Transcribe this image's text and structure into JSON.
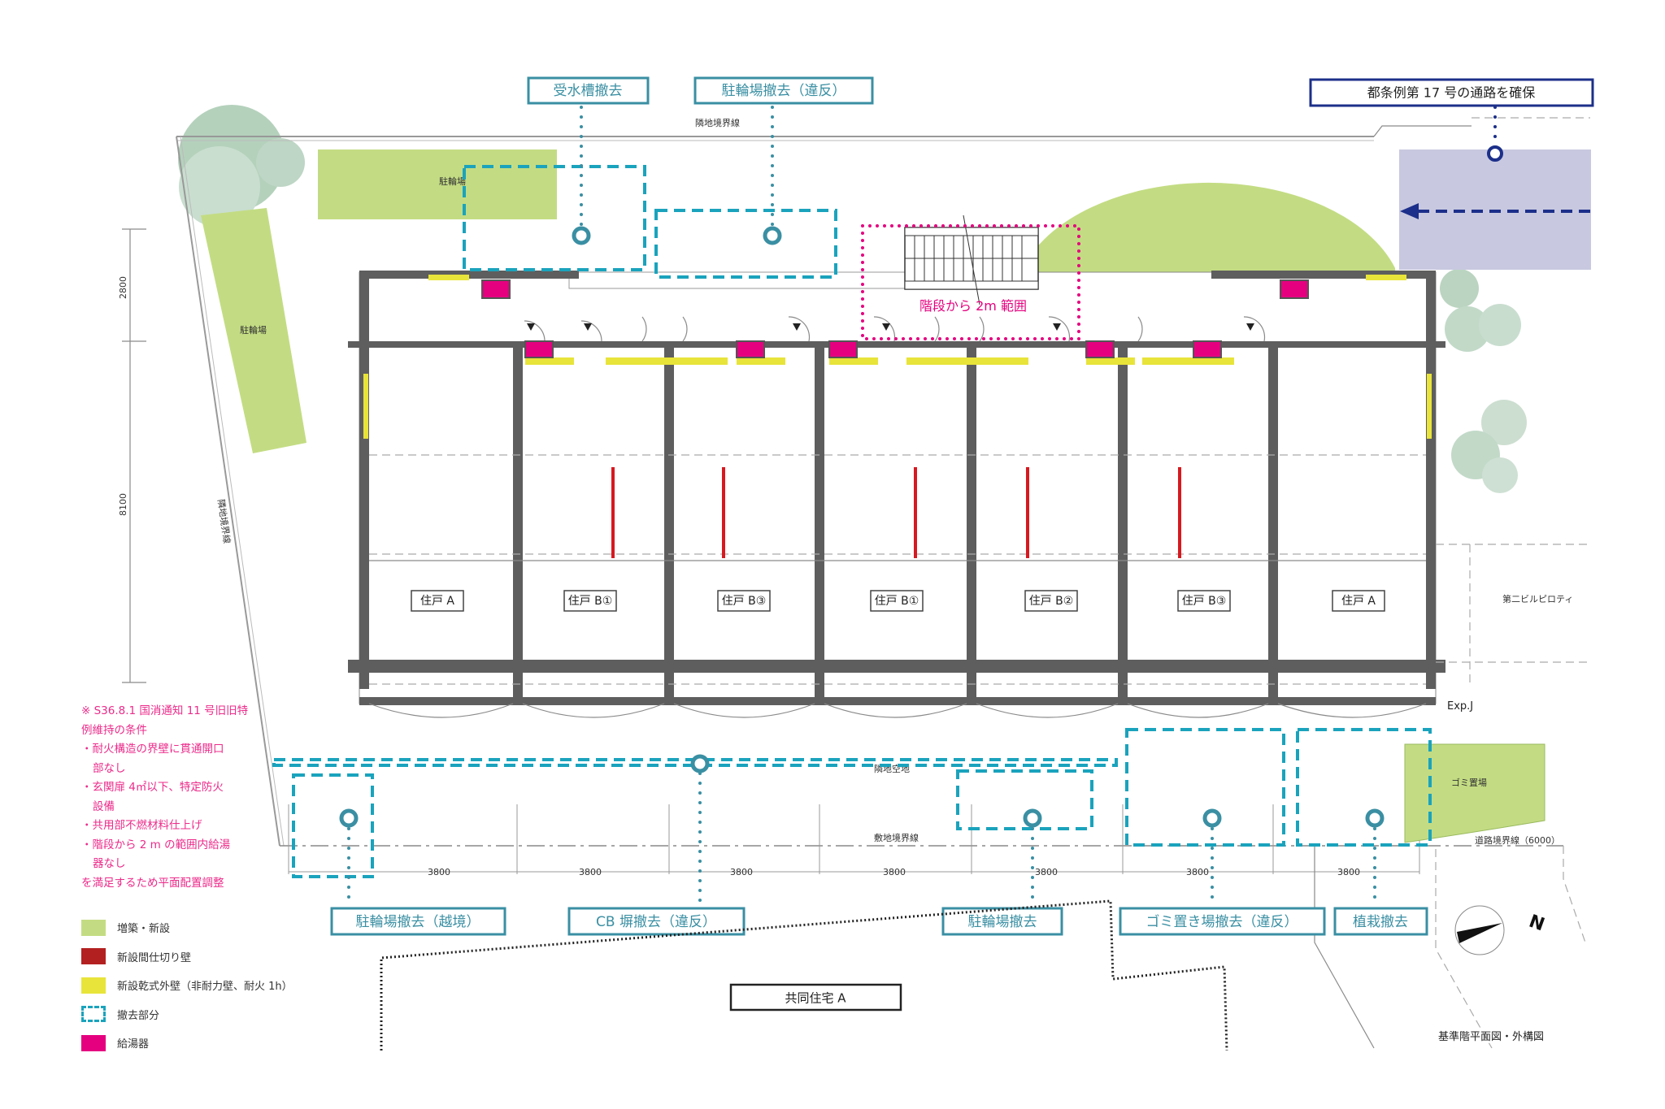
{
  "title": "基準階平面図・外構図",
  "colors": {
    "addition_green": "#c3dc83",
    "partition_red": "#b32020",
    "dry_wall_yellow": "#e8e43a",
    "removal_teal": "#1aa3bd",
    "water_heater_magenta": "#e5007f",
    "passage_navy": "#1c2f8a",
    "passage_fill": "#c8c8e0",
    "note_pink": "#ec2a8a"
  },
  "top_callouts": {
    "water_tank": "受水槽撤去",
    "bike_parking_violation": "駐輪場撤去（違反）",
    "passage": "都条例第 17 号の通路を確保"
  },
  "bottom_callouts": {
    "bike_parking_encroach": "駐輪場撤去（越境）",
    "cb_wall": "CB 塀撤去（違反）",
    "bike_parking": "駐輪場撤去",
    "garbage": "ゴミ置き場撤去（違反）",
    "planting": "植栽撤去"
  },
  "site_labels": {
    "neighbor_boundary_top": "隣地境界線",
    "neighbor_boundary_left": "隣地境界線",
    "neighbor_open_space": "隣地空地",
    "site_boundary": "敷地境界線",
    "road_boundary": "道路境界線（6000）",
    "bike_parking_top": "駐輪場",
    "bike_parking_left": "駐輪場",
    "garbage_area": "ゴミ置場",
    "second_building_piloti": "第二ビルピロティ",
    "expansion_joint": "Exp.J",
    "stair_range": "階段から 2m 範囲",
    "adjacent_building": "共同住宅 A",
    "compass_north": "N"
  },
  "dimensions": {
    "vertical": [
      "2800",
      "8100"
    ],
    "spans": [
      "3800",
      "3800",
      "3800",
      "3800",
      "3800",
      "3800",
      "3800"
    ]
  },
  "units": [
    "住戸 A",
    "住戸 B①",
    "住戸 B③",
    "住戸 B①",
    "住戸 B②",
    "住戸 B③",
    "住戸 A"
  ],
  "notes": [
    "※ S36.8.1 国消通知 11 号旧旧特",
    "例維持の条件",
    "・耐火構造の界壁に貫通開口",
    "部なし",
    "・玄関扉 4㎡以下、特定防火",
    "設備",
    "・共用部不燃材料仕上げ",
    "・階段から 2 m の範囲内給湯",
    "器なし",
    "を満足するため平面配置調整"
  ],
  "legend": [
    {
      "label": "増築・新設",
      "color": "#c3dc83"
    },
    {
      "label": "新設間仕切り壁",
      "color": "#b32020"
    },
    {
      "label": "新設乾式外壁（非耐力壁、耐火 1h）",
      "color": "#e8e43a"
    },
    {
      "label": "撤去部分",
      "color": "#1aa3bd"
    },
    {
      "label": "給湯器",
      "color": "#e5007f"
    }
  ]
}
